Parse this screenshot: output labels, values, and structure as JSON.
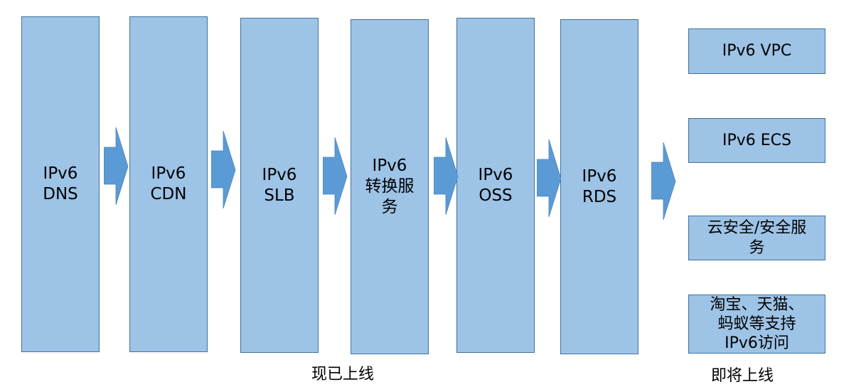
{
  "colors": {
    "box_fill": "#9dc3e6",
    "box_border": "#41719c",
    "arrow_fill": "#5b9bd5"
  },
  "launched": {
    "caption": "现已上线",
    "services": [
      {
        "line1": "IPv6",
        "line2": "DNS"
      },
      {
        "line1": "IPv6",
        "line2": "CDN"
      },
      {
        "line1": "IPv6",
        "line2": "SLB"
      },
      {
        "line1": "IPv6",
        "line2": "转换服",
        "line3": "务"
      },
      {
        "line1": "IPv6",
        "line2": "OSS"
      },
      {
        "line1": "IPv6",
        "line2": "RDS"
      }
    ]
  },
  "upcoming": {
    "caption": "即将上线",
    "services": [
      {
        "line1": "IPv6 VPC"
      },
      {
        "line1": "IPv6 ECS"
      },
      {
        "line1": "云安全/安全服",
        "line2": "务"
      },
      {
        "line1": "淘宝、天猫、",
        "line2": "蚂蚁等支持",
        "line3": "IPv6访问"
      }
    ]
  },
  "arrows": [
    "arrow-right",
    "arrow-right",
    "arrow-right",
    "arrow-right",
    "arrow-right",
    "arrow-right"
  ]
}
